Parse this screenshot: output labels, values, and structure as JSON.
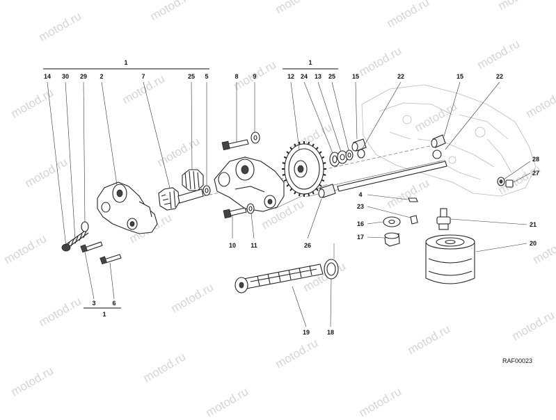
{
  "watermark": "motod.ru",
  "drawing_code": "RAF00023",
  "group_labels": {
    "left_assembly": "1",
    "gear_assembly": "1",
    "bottom_assembly": "1"
  },
  "labels": {
    "l14": "14",
    "l30": "30",
    "l29": "29",
    "l2": "2",
    "l7": "7",
    "l25a": "25",
    "l5": "5",
    "l8": "8",
    "l9": "9",
    "l12": "12",
    "l24": "24",
    "l13": "13",
    "l25b": "25",
    "l15a": "15",
    "l22a": "22",
    "l15b": "15",
    "l22b": "22",
    "l28": "28",
    "l27": "27",
    "l4": "4",
    "l23": "23",
    "l16": "16",
    "l17": "17",
    "l21": "21",
    "l20": "20",
    "l10": "10",
    "l11": "11",
    "l26": "26",
    "l3": "3",
    "l6": "6",
    "l19": "19",
    "l18": "18"
  }
}
